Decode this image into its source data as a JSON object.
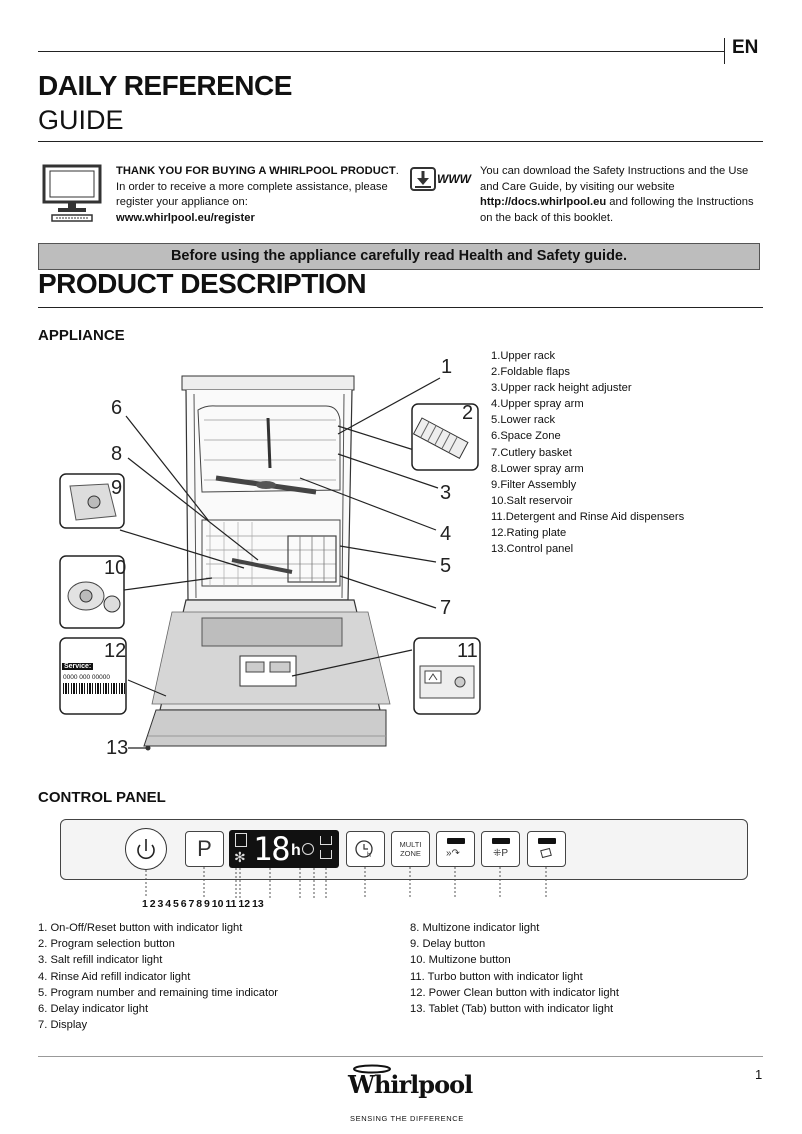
{
  "header": {
    "lang": "EN",
    "title_line1": "DAILY REFERENCE",
    "title_line2": "GUIDE"
  },
  "intro": {
    "left_bold": "THANK YOU FOR BUYING A WHIRLPOOL PRODUCT",
    "left_dot": ".",
    "left_line2": "In order to receive a more complete assistance, please",
    "left_line3": "register your appliance on:",
    "left_url": "www.whirlpool.eu/register",
    "www_label": "WWW",
    "right_line1": "You can download the Safety Instructions and the Use",
    "right_line2": "and Care Guide, by visiting our website",
    "right_url": "http://docs.whirlpool.eu",
    "right_line3_rest": " and following the Instructions",
    "right_line4": "on the back of this booklet."
  },
  "banner": "Before using the appliance carefully read Health and Safety guide.",
  "section_title": "PRODUCT DESCRIPTION",
  "appliance": {
    "heading": "APPLIANCE",
    "callouts": [
      "1",
      "2",
      "3",
      "4",
      "5",
      "6",
      "7",
      "8",
      "9",
      "10",
      "11",
      "12",
      "13"
    ],
    "legend": [
      "1.Upper rack",
      "2.Foldable flaps",
      "3.Upper rack height adjuster",
      "4.Upper spray arm",
      "5.Lower rack",
      "6.Space Zone",
      "7.Cutlery basket",
      "8.Lower spray arm",
      "9.Filter Assembly",
      "10.Salt reservoir",
      "11.Detergent and Rinse Aid dispensers",
      "12.Rating plate",
      "13.Control panel"
    ],
    "rating_plate_label": "Service:",
    "rating_plate_number": "0000 000 00000"
  },
  "control_panel": {
    "heading": "CONTROL PANEL",
    "program_button_label": "P",
    "display_digits": "18",
    "display_h": "h",
    "multizone_label_1": "MULTI",
    "multizone_label_2": "ZONE",
    "number_row": "1 2 3 4 5 6 7 8 9 10 11 12 13",
    "list_left": [
      "1. On-Off/Reset button with indicator light",
      "2. Program selection button",
      "3. Salt refill indicator light",
      "4. Rinse Aid refill indicator light",
      "5. Program number and remaining time indicator",
      "6. Delay indicator light",
      "7. Display"
    ],
    "list_right": [
      "8. Multizone indicator light",
      "9. Delay button",
      "10. Multizone button",
      "11. Turbo button with indicator light",
      "12. Power Clean button with indicator light",
      "13. Tablet (Tab) button with indicator light"
    ]
  },
  "footer": {
    "brand": "Whirlpool",
    "tagline": "SENSING THE DIFFERENCE",
    "page_number": "1"
  }
}
